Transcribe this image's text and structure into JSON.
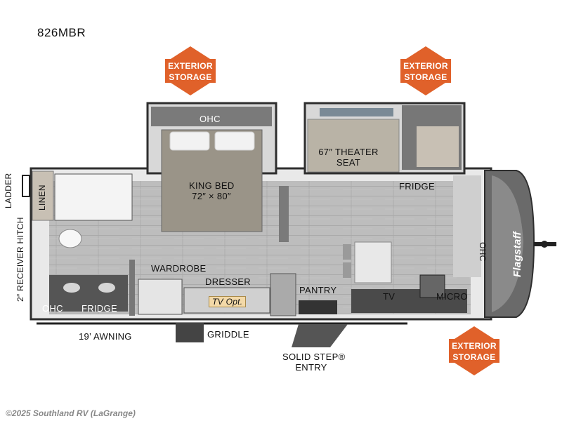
{
  "model": "826MBR",
  "badges": {
    "exterior_storage_line1": "EXTERIOR",
    "exterior_storage_line2": "STORAGE"
  },
  "labels": {
    "ohc_bedroom": "OHC",
    "king_bed_line1": "KING BED",
    "king_bed_line2": "72″ × 80″",
    "theater_line1": "67″ THEATER",
    "theater_line2": "SEAT",
    "fridge_main": "FRIDGE",
    "linen": "LINEN",
    "ladder": "LADDER",
    "receiver_hitch": "2″ RECEIVER HITCH",
    "wardrobe": "WARDROBE",
    "dresser": "DRESSER",
    "tv_opt": "TV Opt.",
    "pantry": "PANTRY",
    "tv": "TV",
    "micro": "MICRO",
    "ohc_front": "OHC",
    "ohc_bath": "OHC",
    "fridge_bath": "FRIDGE",
    "awning": "19’ AWNING",
    "griddle": "GRIDDLE",
    "entry_line1": "SOLID STEP®",
    "entry_line2": "ENTRY",
    "brand": "Flagstaff"
  },
  "colors": {
    "badge": "#e0612a",
    "floor": "#b9b9b9",
    "wall": "#3a3a3a"
  },
  "credit": "©2025 Southland RV (LaGrange)"
}
